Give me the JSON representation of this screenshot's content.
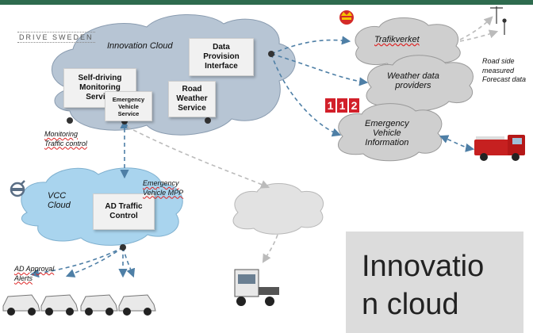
{
  "logos": {
    "drive_sweden": "DRIVE SWEDEN",
    "number_112": [
      "1",
      "1",
      "2"
    ]
  },
  "clouds": {
    "innovation": "Innovation Cloud",
    "vcc": "VCC\nCloud",
    "trafikverket": "Trafikverket",
    "weather": "Weather data\nproviders",
    "emergency_info": "Emergency\nVehicle\nInformation"
  },
  "services": {
    "data_provision": "Data\nProvision\nInterface",
    "self_driving": "Self-driving\nMonitoring\nService",
    "emergency_vehicle": "Emergency\nVehicle\nService",
    "road_weather": "Road\nWeather\nService",
    "ad_traffic": "AD Traffic\nControl"
  },
  "labels": {
    "road_side": "Road side\nmeasured\nForecast data",
    "monitoring": "Monitoring\nTraffic control",
    "emergency_mpp": "Emergency\nVehicle MPP",
    "ad_approval": "AD Approval\nAlerts"
  },
  "caption": "Innovation cloud",
  "colors": {
    "arrow": "#4e7fa6",
    "cloud_fill": "#b7c5d4",
    "vcc_fill": "#a9d4ee",
    "grey_cloud": "#d4d4d4",
    "topbar": "#2e6b4e"
  }
}
